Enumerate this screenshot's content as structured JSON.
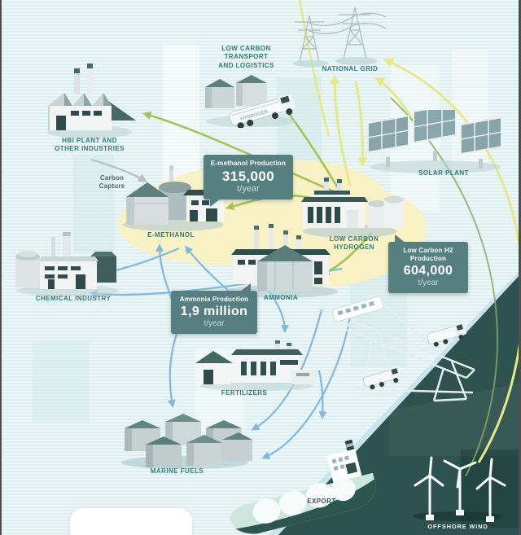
{
  "nodes": {
    "hbi": {
      "label": "HBI PLANT AND\nOTHER INDUSTRIES"
    },
    "transport": {
      "label": "LOW CARBON\nTRANSPORT\nAND LOGISTICS",
      "truck_text": "HYDROGEN"
    },
    "grid": {
      "label": "NATIONAL GRID"
    },
    "solar": {
      "label": "SOLAR PLANT"
    },
    "emethanol": {
      "label": "E-METHANOL"
    },
    "hydrogen": {
      "label": "LOW CARBON\nHYDROGEN"
    },
    "chemical": {
      "label": "CHEMICAL INDUSTRY"
    },
    "ammonia": {
      "label": "AMMONIA"
    },
    "fertilizers": {
      "label": "FERTILIZERS"
    },
    "marine_fuels": {
      "label": "MARINE FUELS"
    },
    "export": {
      "label": "EXPORT"
    },
    "offshore_wind": {
      "label": "OFFSHORE WIND"
    },
    "carbon_capture": {
      "label": "Carbon\nCapture"
    }
  },
  "badges": {
    "emethanol": {
      "title": "E-methanol Production",
      "value": "315,000",
      "unit": "t/year"
    },
    "hydrogen": {
      "title": "Low Carbon H2\nProduction",
      "value": "604,000",
      "unit": "t/year"
    },
    "ammonia": {
      "title": "Ammonia Production",
      "value": "1,9 million",
      "unit": "t/year"
    }
  },
  "flows": [
    {
      "from": "hydrogen",
      "to": "national-grid",
      "color": "yellow"
    },
    {
      "from": "solar-plant",
      "to": "national-grid",
      "color": "yellow"
    },
    {
      "from": "national-grid",
      "to": "hydrogen",
      "color": "yellow"
    },
    {
      "from": "offshore-wind",
      "to": "national-grid",
      "color": "yellow"
    },
    {
      "from": "hydrogen",
      "to": "hbi-plant",
      "color": "green"
    },
    {
      "from": "hydrogen",
      "to": "transport",
      "color": "green"
    },
    {
      "from": "hydrogen",
      "to": "e-methanol",
      "color": "green"
    },
    {
      "from": "hydrogen",
      "to": "ammonia",
      "color": "green"
    },
    {
      "from": "hbi-plant",
      "to": "e-methanol",
      "color": "gray",
      "meaning": "carbon capture"
    },
    {
      "from": "e-methanol",
      "to": "chemical-industry",
      "color": "blue"
    },
    {
      "from": "ammonia",
      "to": "chemical-industry",
      "color": "blue"
    },
    {
      "from": "ammonia",
      "to": "e-methanol",
      "color": "blue"
    },
    {
      "from": "ammonia",
      "to": "fertilizers",
      "color": "blue"
    },
    {
      "from": "ammonia",
      "to": "marine-fuels",
      "color": "blue"
    },
    {
      "from": "ammonia",
      "to": "export",
      "color": "blue"
    }
  ],
  "colors": {
    "background": "#e7f3f3",
    "water": "#2d524f",
    "highlight_blob": "#f8f2c5",
    "badge": "#56807f",
    "label_text": "#2e7d79",
    "arrow_yellow": "#e6e987",
    "arrow_green": "#a6c455",
    "arrow_blue": "#7fb8e2",
    "arrow_gray": "#b7c2c2"
  }
}
